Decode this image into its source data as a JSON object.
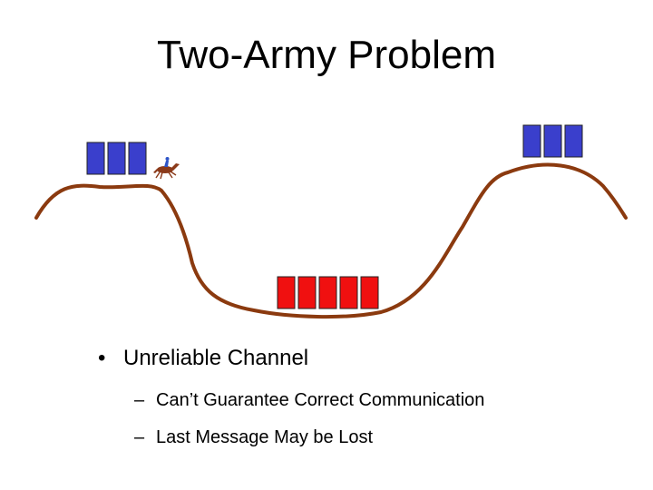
{
  "slide": {
    "title": "Two-Army Problem",
    "bullet_main": {
      "marker": "•",
      "text": "Unreliable Channel"
    },
    "sub_bullets": [
      {
        "marker": "–",
        "text": "Can’t Guarantee Correct Communication"
      },
      {
        "marker": "–",
        "text": "Last Message May be Lost"
      }
    ]
  },
  "colors": {
    "hill": "#8B3A0F",
    "blue_army": "#3A3FCC",
    "red_army": "#F01010",
    "horse": "#8B3A1A",
    "rider": "#2E55C8"
  },
  "icons": {
    "messenger": "horse-rider-icon"
  }
}
